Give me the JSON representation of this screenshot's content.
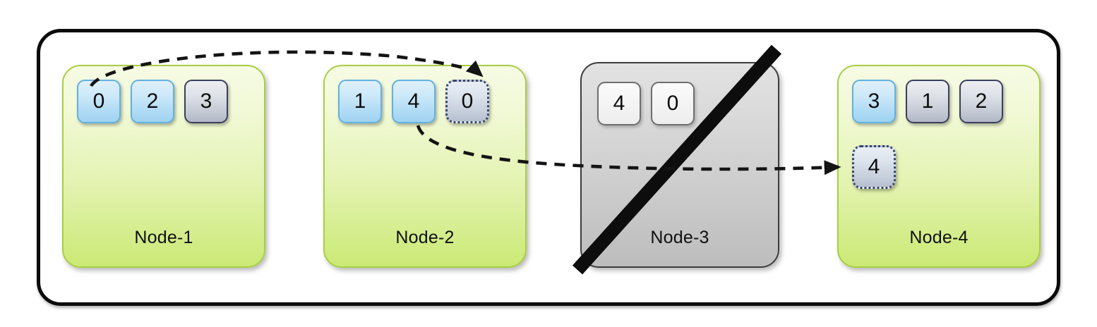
{
  "diagram": {
    "title": "Node-1 / Node-2 / Node-3 / Node-4 cluster with partition hand-off",
    "colors": {
      "frame_border": "#0b0b0b",
      "node_alive_fill_top": "#f6fbe4",
      "node_alive_fill_bottom": "#cbe975",
      "node_alive_border": "#a9cf41",
      "node_dead_fill_top": "#e2e2e2",
      "node_dead_fill_bottom": "#bdbdbd",
      "node_dead_border": "#3d3d3d",
      "tile_blue_fill": "#b1dcf5",
      "tile_blue_border": "#62b1e0",
      "tile_gray_fill": "#c6cbd6",
      "tile_gray_border": "#3a3f5e",
      "tile_plain_fill": "#f4f4f4",
      "tile_plain_border": "#6e6e6e",
      "tile_incoming_border": "#36456a",
      "arrow_stroke": "#141414",
      "slash_stroke": "#0d0d0d"
    },
    "nodes": [
      {
        "id": "node-1",
        "label": "Node-1",
        "state": "alive",
        "rows": [
          [
            {
              "value": "0",
              "style": "blue"
            },
            {
              "value": "2",
              "style": "blue"
            },
            {
              "value": "3",
              "style": "gray"
            }
          ]
        ]
      },
      {
        "id": "node-2",
        "label": "Node-2",
        "state": "alive",
        "rows": [
          [
            {
              "value": "1",
              "style": "blue"
            },
            {
              "value": "4",
              "style": "blue"
            },
            {
              "value": "0",
              "style": "incoming"
            }
          ]
        ]
      },
      {
        "id": "node-3",
        "label": "Node-3",
        "state": "dead",
        "rows": [
          [
            {
              "value": "4",
              "style": "plain"
            },
            {
              "value": "0",
              "style": "plain"
            }
          ]
        ]
      },
      {
        "id": "node-4",
        "label": "Node-4",
        "state": "alive",
        "rows": [
          [
            {
              "value": "3",
              "style": "blue"
            },
            {
              "value": "1",
              "style": "gray"
            },
            {
              "value": "2",
              "style": "gray"
            }
          ],
          [
            {
              "value": "4",
              "style": "incoming"
            }
          ]
        ]
      }
    ],
    "markers": [
      {
        "name": "node-3-failure-slash",
        "target": "node-3",
        "kind": "diagonal-strike"
      }
    ],
    "arrows": [
      {
        "name": "replication-arrow-0",
        "from_node": "node-1",
        "from_value": "0",
        "to_node": "node-2",
        "to_value": "0",
        "style": "dashed"
      },
      {
        "name": "replication-arrow-4",
        "from_node": "node-2",
        "from_value": "4",
        "to_node": "node-4",
        "to_value": "4",
        "style": "dashed"
      }
    ]
  }
}
